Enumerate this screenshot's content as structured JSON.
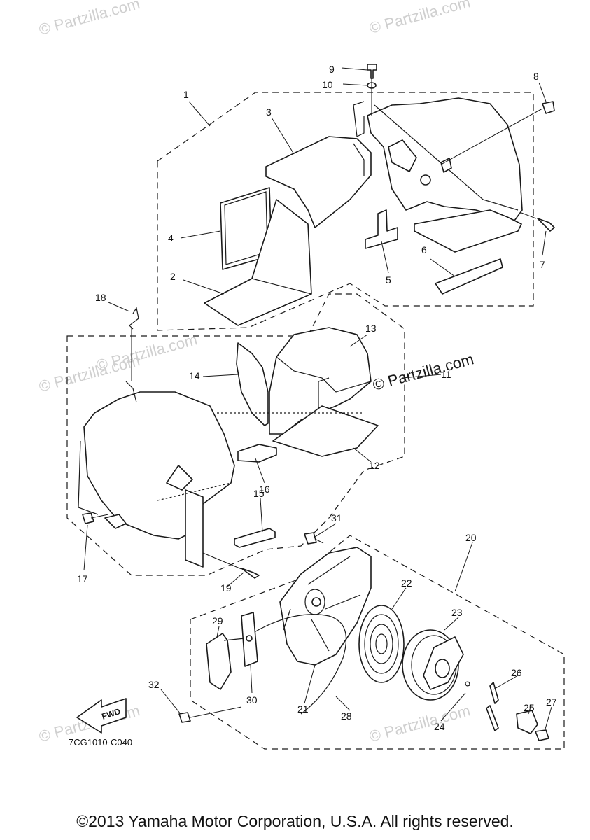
{
  "watermarks": [
    "© Partzilla.com",
    "© Partzilla.com",
    "© Partzilla.com",
    "© Partzilla.com",
    "© Partzilla.com",
    "© Partzilla.com"
  ],
  "main_watermark": "© Partzilla.com",
  "callouts": [
    "1",
    "2",
    "3",
    "4",
    "5",
    "6",
    "7",
    "8",
    "9",
    "10",
    "11",
    "12",
    "13",
    "14",
    "15",
    "16",
    "17",
    "18",
    "19",
    "20",
    "21",
    "22",
    "23",
    "24",
    "25",
    "26",
    "27",
    "28",
    "29",
    "30",
    "31",
    "32"
  ],
  "fwd_label": "FWD",
  "diagram_code": "7CG1010-C040",
  "footer": "©2013 Yamaha Motor Corporation, U.S.A. All rights reserved."
}
